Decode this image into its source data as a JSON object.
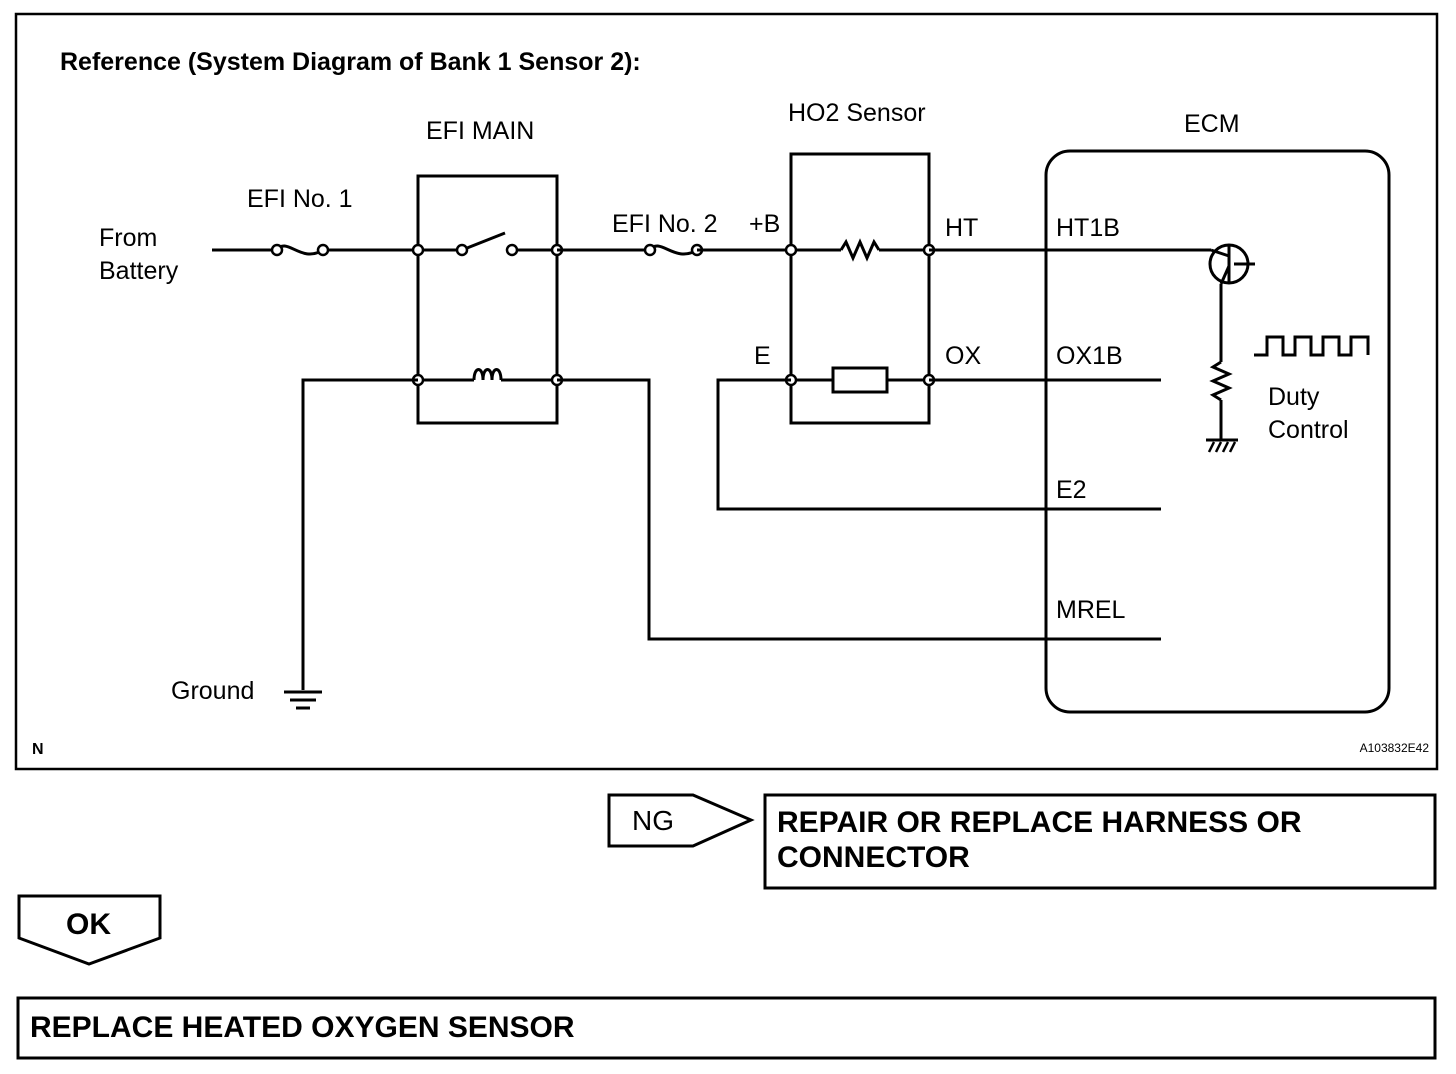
{
  "diagram": {
    "title": "Reference (System Diagram of Bank 1 Sensor 2):",
    "from_battery_line1": "From",
    "from_battery_line2": "Battery",
    "efi_no1": "EFI No. 1",
    "efi_main": "EFI MAIN",
    "efi_no2": "EFI No. 2",
    "ho2_sensor": "HO2 Sensor",
    "ecm": "ECM",
    "plus_b": "+B",
    "ht": "HT",
    "e": "E",
    "ox": "OX",
    "ht1b": "HT1B",
    "ox1b": "OX1B",
    "e2": "E2",
    "mrel": "MREL",
    "duty_line1": "Duty",
    "duty_line2": "Control",
    "ground": "Ground",
    "corner_mark": "N",
    "figure_id": "A103832E42"
  },
  "flow": {
    "ng_label": "NG",
    "ng_result_line1": "REPAIR OR REPLACE HARNESS OR",
    "ng_result_line2": "CONNECTOR",
    "ok_label": "OK",
    "ok_result": "REPLACE HEATED OXYGEN SENSOR"
  }
}
